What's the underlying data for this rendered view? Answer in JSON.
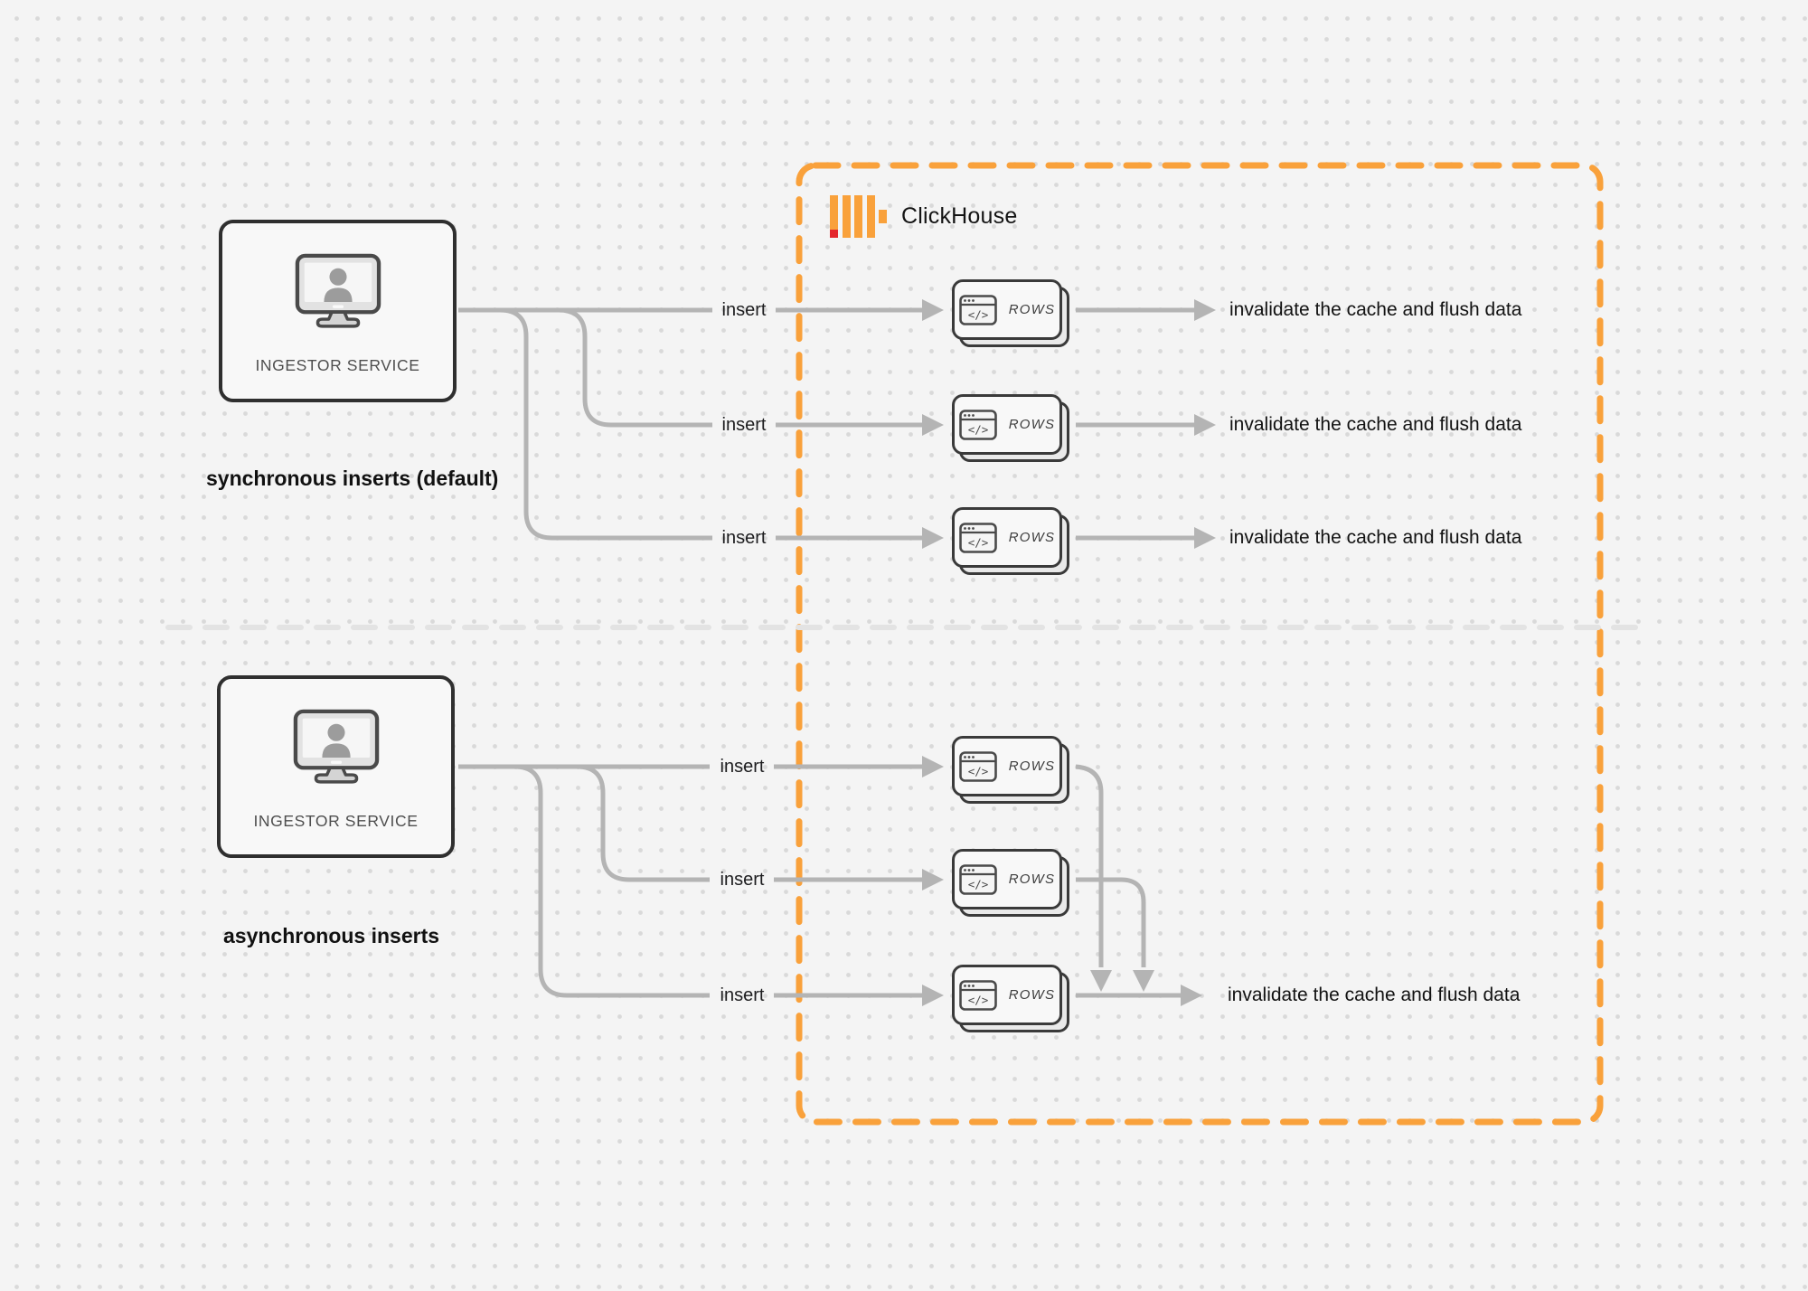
{
  "clickhouse": {
    "name": "ClickHouse"
  },
  "sync": {
    "section_label": "synchronous inserts (default)",
    "service_label": "INGESTOR SERVICE",
    "rows": [
      {
        "insert_label": "insert",
        "card_label": "ROWS",
        "result_label": "invalidate the cache and flush data"
      },
      {
        "insert_label": "insert",
        "card_label": "ROWS",
        "result_label": "invalidate the cache and flush data"
      },
      {
        "insert_label": "insert",
        "card_label": "ROWS",
        "result_label": "invalidate the cache and flush data"
      }
    ]
  },
  "async": {
    "section_label": "asynchronous inserts",
    "service_label": "INGESTOR SERVICE",
    "rows": [
      {
        "insert_label": "insert",
        "card_label": "ROWS"
      },
      {
        "insert_label": "insert",
        "card_label": "ROWS"
      },
      {
        "insert_label": "insert",
        "card_label": "ROWS",
        "result_label": "invalidate the cache and flush data"
      }
    ]
  },
  "colors": {
    "accent_orange": "#F9A13B",
    "logo_red": "#E4262C",
    "connector_gray": "#B4B4B4",
    "divider_gray": "#E3E3E3"
  }
}
